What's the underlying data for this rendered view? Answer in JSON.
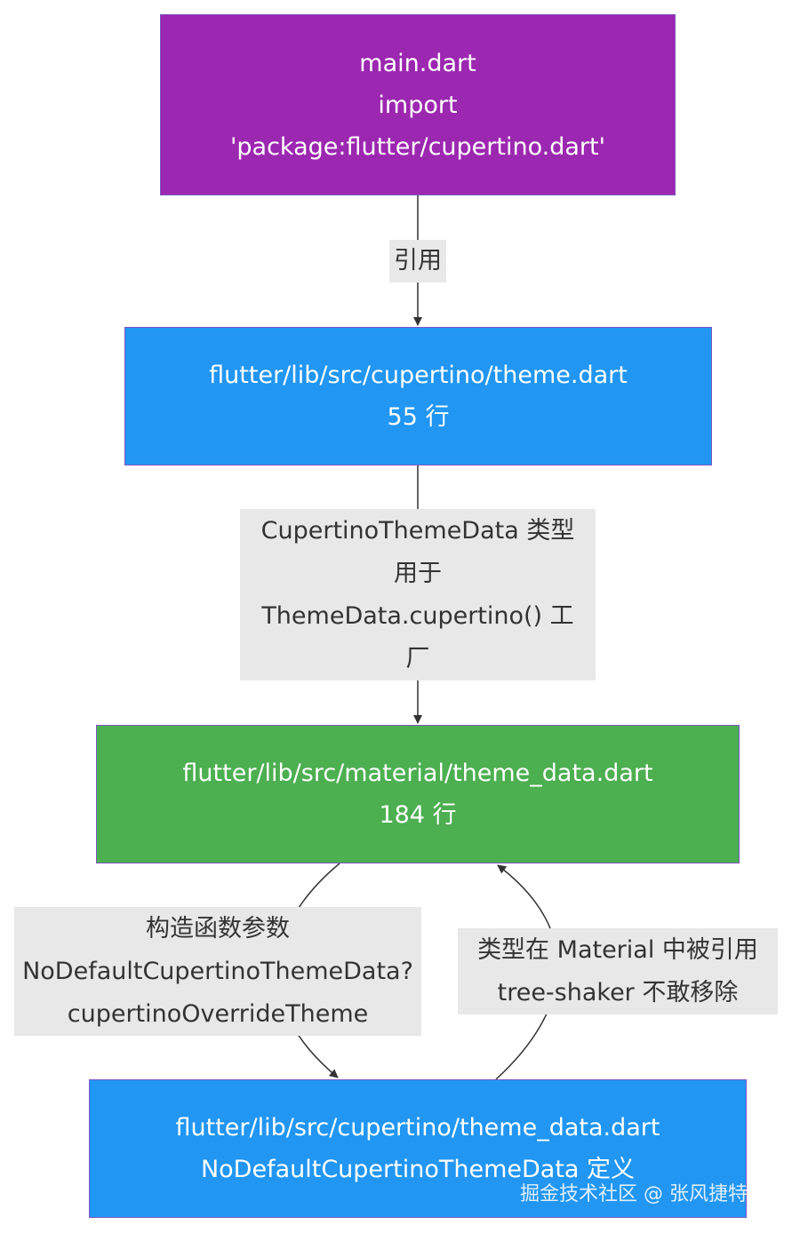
{
  "nodes": {
    "main": {
      "lines": [
        "main.dart",
        "import",
        "'package:flutter/cupertino.dart'"
      ],
      "color": "#9c27b0"
    },
    "cupertino_theme": {
      "lines": [
        "flutter/lib/src/cupertino/theme.dart",
        "55 行"
      ],
      "color": "#2196f3"
    },
    "material_theme_data": {
      "lines": [
        "flutter/lib/src/material/theme_data.dart",
        "184 行"
      ],
      "color": "#4caf50"
    },
    "cupertino_theme_data": {
      "lines": [
        "flutter/lib/src/cupertino/theme_data.dart",
        "NoDefaultCupertinoThemeData 定义"
      ],
      "color": "#2196f3"
    }
  },
  "edges": {
    "main_to_theme": {
      "lines": [
        "引用"
      ]
    },
    "theme_to_material": {
      "lines": [
        "CupertinoThemeData 类型",
        "用于",
        "ThemeData.cupertino() 工",
        "厂"
      ]
    },
    "material_to_cupertino_data": {
      "lines": [
        "构造函数参数",
        "NoDefaultCupertinoThemeData?",
        "cupertinoOverrideTheme"
      ]
    },
    "cupertino_data_to_material": {
      "lines": [
        "类型在 Material 中被引用",
        "tree-shaker 不敢移除"
      ]
    }
  },
  "watermark": "掘金技术社区 @ 张风捷特烈"
}
